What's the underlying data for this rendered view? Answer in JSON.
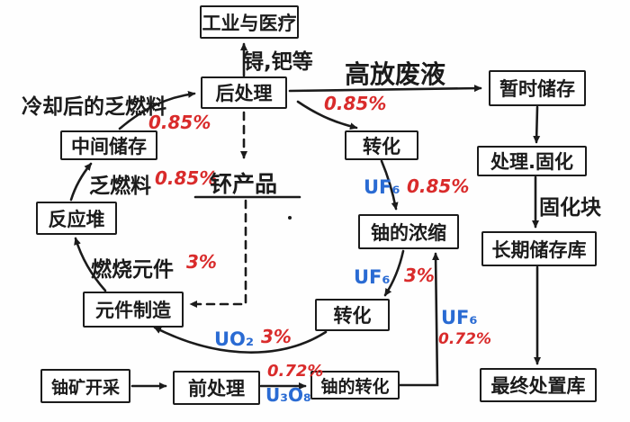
{
  "colors": {
    "ink": "#1b1b1b",
    "percent_red": "#d92b2b",
    "chemical_blue": "#2a6bd3",
    "background": "#ffffff"
  },
  "nodes": {
    "industry_medical": {
      "label": "工业与医疗"
    },
    "reprocessing": {
      "label": "后处理"
    },
    "interim_storage": {
      "label": "中间储存"
    },
    "reactor": {
      "label": "反应堆"
    },
    "element_manufacturing": {
      "label": "元件制造"
    },
    "temporary_storage": {
      "label": "暂时储存"
    },
    "treatment_solidification": {
      "label": "处理.固化"
    },
    "long_term_storage": {
      "label": "长期储存库"
    },
    "final_disposal": {
      "label": "最终处置库"
    },
    "conversion_upper": {
      "label": "转化"
    },
    "uranium_enrichment": {
      "label": "铀的浓缩"
    },
    "conversion_lower": {
      "label": "转化"
    },
    "uranium_mining": {
      "label": "铀矿开采"
    },
    "pretreatment": {
      "label": "前处理"
    },
    "uranium_conversion": {
      "label": "铀的转化"
    }
  },
  "edge_labels": {
    "tc_pd_etc": {
      "text": "锝,钯等",
      "color": "#1b1b1b"
    },
    "high_level_waste": {
      "text": "高放废液",
      "color": "#1b1b1b"
    },
    "reproc_to_conversion_pct": {
      "text": "0.85%",
      "color": "#d92b2b"
    },
    "cooled_spent_fuel": {
      "text": "冷却后的乏燃料",
      "color": "#1b1b1b"
    },
    "cooled_spent_fuel_pct": {
      "text": "0.85%",
      "color": "#d92b2b"
    },
    "spent_fuel": {
      "text": "乏燃料",
      "color": "#1b1b1b"
    },
    "spent_fuel_pct": {
      "text": "0.85%",
      "color": "#d92b2b"
    },
    "burn_elements": {
      "text": "燃烧元件",
      "color": "#1b1b1b"
    },
    "burn_elements_pct": {
      "text": "3%",
      "color": "#d92b2b"
    },
    "pu_product": {
      "text": "钚产品",
      "color": "#1b1b1b"
    },
    "solidified_block": {
      "text": "固化块",
      "color": "#1b1b1b"
    },
    "uf6_upper": {
      "text": "UF₆",
      "color": "#2a6bd3"
    },
    "uf6_upper_pct": {
      "text": "0.85%",
      "color": "#d92b2b"
    },
    "uf6_mid": {
      "text": "UF₆",
      "color": "#2a6bd3"
    },
    "uf6_mid_pct": {
      "text": "3%",
      "color": "#d92b2b"
    },
    "uo2": {
      "text": "UO₂",
      "color": "#2a6bd3"
    },
    "uo2_pct": {
      "text": "3%",
      "color": "#d92b2b"
    },
    "pretreat_pct": {
      "text": "0.72%",
      "color": "#d92b2b"
    },
    "u3o8": {
      "text": "U₃O₈",
      "color": "#2a6bd3"
    },
    "uf6_right": {
      "text": "UF₆",
      "color": "#2a6bd3"
    },
    "uf6_right_pct": {
      "text": "0.72%",
      "color": "#d92b2b"
    }
  }
}
